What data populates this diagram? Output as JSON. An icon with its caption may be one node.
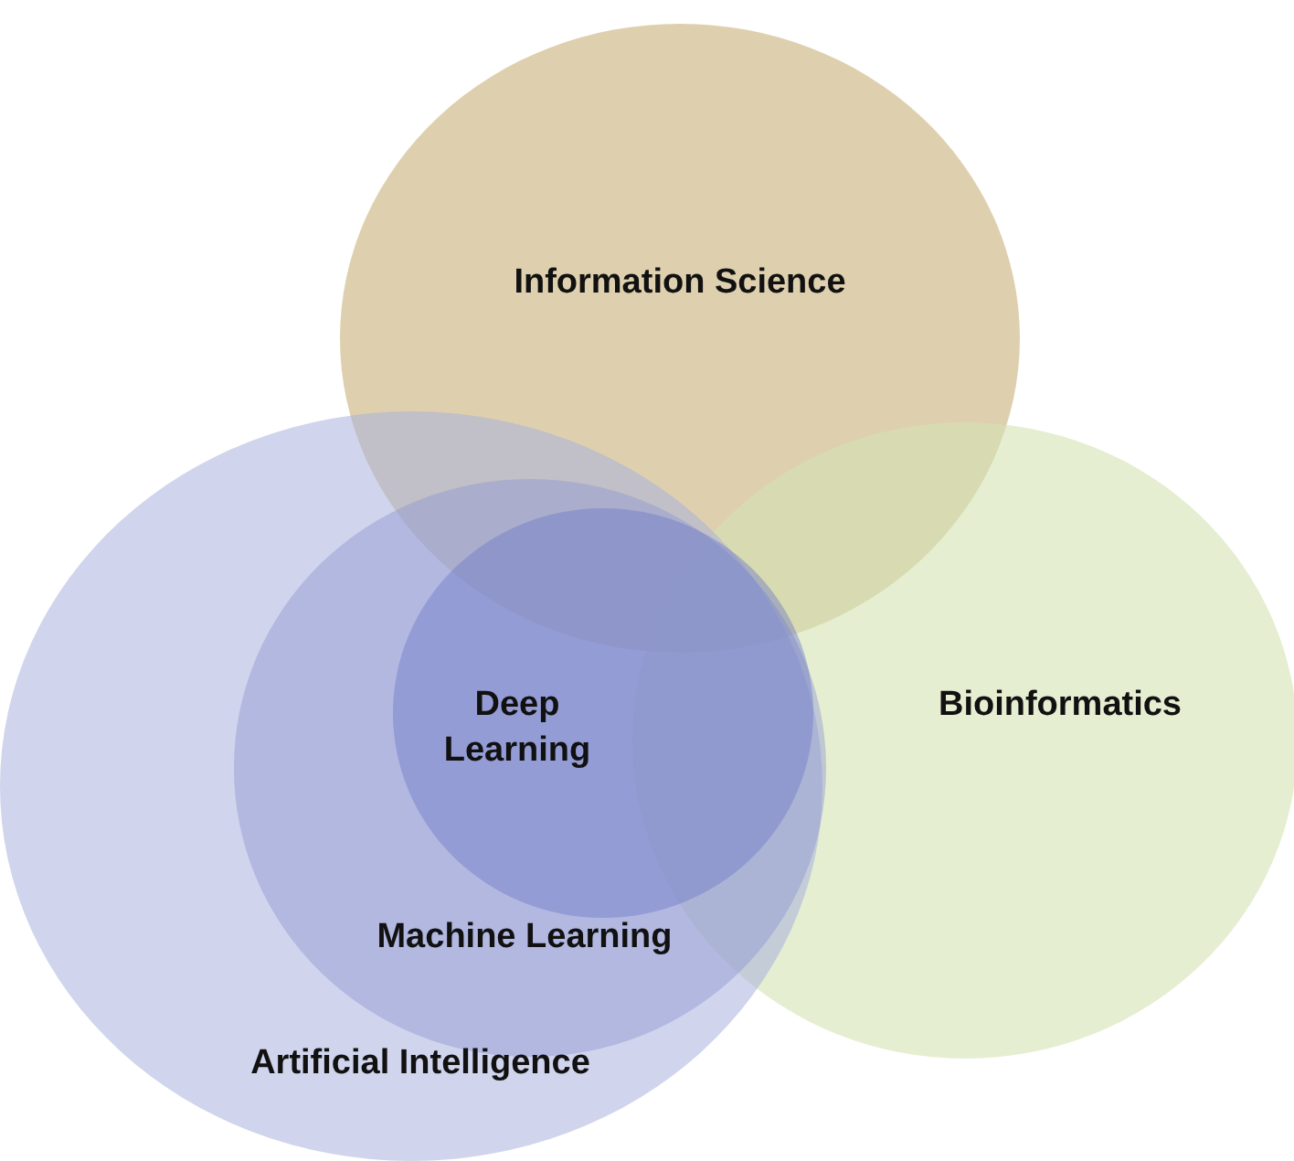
{
  "diagram": {
    "nodes": [
      {
        "text": [
          "Information Science"
        ]
      },
      {
        "text": [
          "Bioinformatics"
        ]
      },
      {
        "text": [
          "Artificial Intelligence"
        ]
      },
      {
        "text": [
          "Machine Learning"
        ],
        "in": 2
      },
      {
        "text": [
          "Deep Learning"
        ],
        "in": 3
      }
    ]
  }
}
